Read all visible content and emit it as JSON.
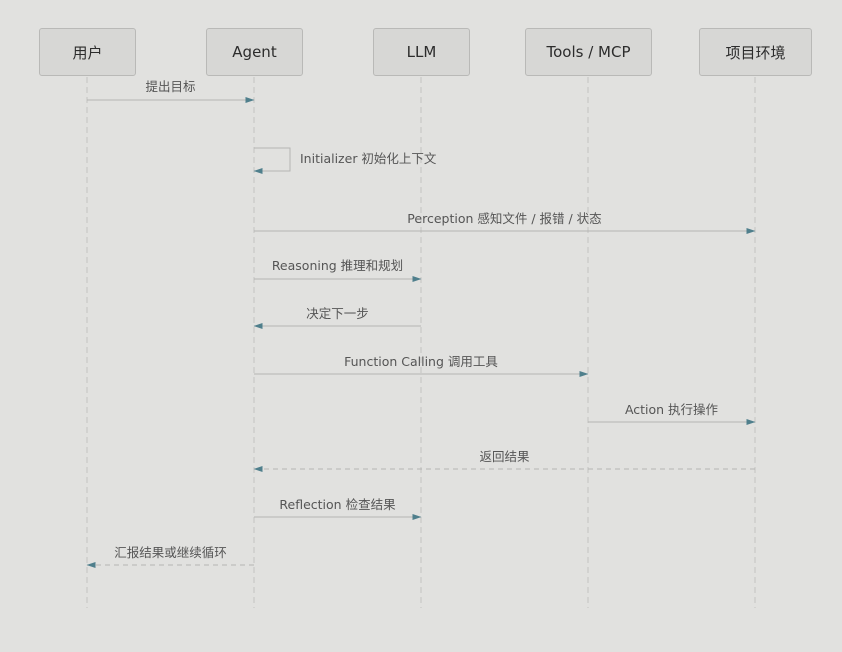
{
  "participants": [
    {
      "id": "user",
      "label": "用户"
    },
    {
      "id": "agent",
      "label": "Agent"
    },
    {
      "id": "llm",
      "label": "LLM"
    },
    {
      "id": "tools",
      "label": "Tools / MCP"
    },
    {
      "id": "env",
      "label": "项目环境"
    }
  ],
  "messages": [
    {
      "from": "user",
      "to": "agent",
      "label": "提出目标",
      "style": "solid"
    },
    {
      "from": "agent",
      "to": "agent",
      "label": "Initializer 初始化上下文",
      "style": "solid"
    },
    {
      "from": "agent",
      "to": "env",
      "label": "Perception 感知文件 / 报错 / 状态",
      "style": "solid"
    },
    {
      "from": "agent",
      "to": "llm",
      "label": "Reasoning 推理和规划",
      "style": "solid"
    },
    {
      "from": "llm",
      "to": "agent",
      "label": "决定下一步",
      "style": "solid"
    },
    {
      "from": "agent",
      "to": "tools",
      "label": "Function Calling 调用工具",
      "style": "solid"
    },
    {
      "from": "tools",
      "to": "env",
      "label": "Action 执行操作",
      "style": "solid"
    },
    {
      "from": "env",
      "to": "agent",
      "label": "返回结果",
      "style": "dashed"
    },
    {
      "from": "agent",
      "to": "llm",
      "label": "Reflection 检查结果",
      "style": "solid"
    },
    {
      "from": "agent",
      "to": "user",
      "label": "汇报结果或继续循环",
      "style": "dashed"
    }
  ],
  "colors": {
    "background": "#e1e1df",
    "actor_fill": "#d7d7d5",
    "actor_border": "#b9b9b7",
    "line": "#b5b5b3",
    "arrowhead": "#4f7f8c",
    "text": "#555555"
  }
}
